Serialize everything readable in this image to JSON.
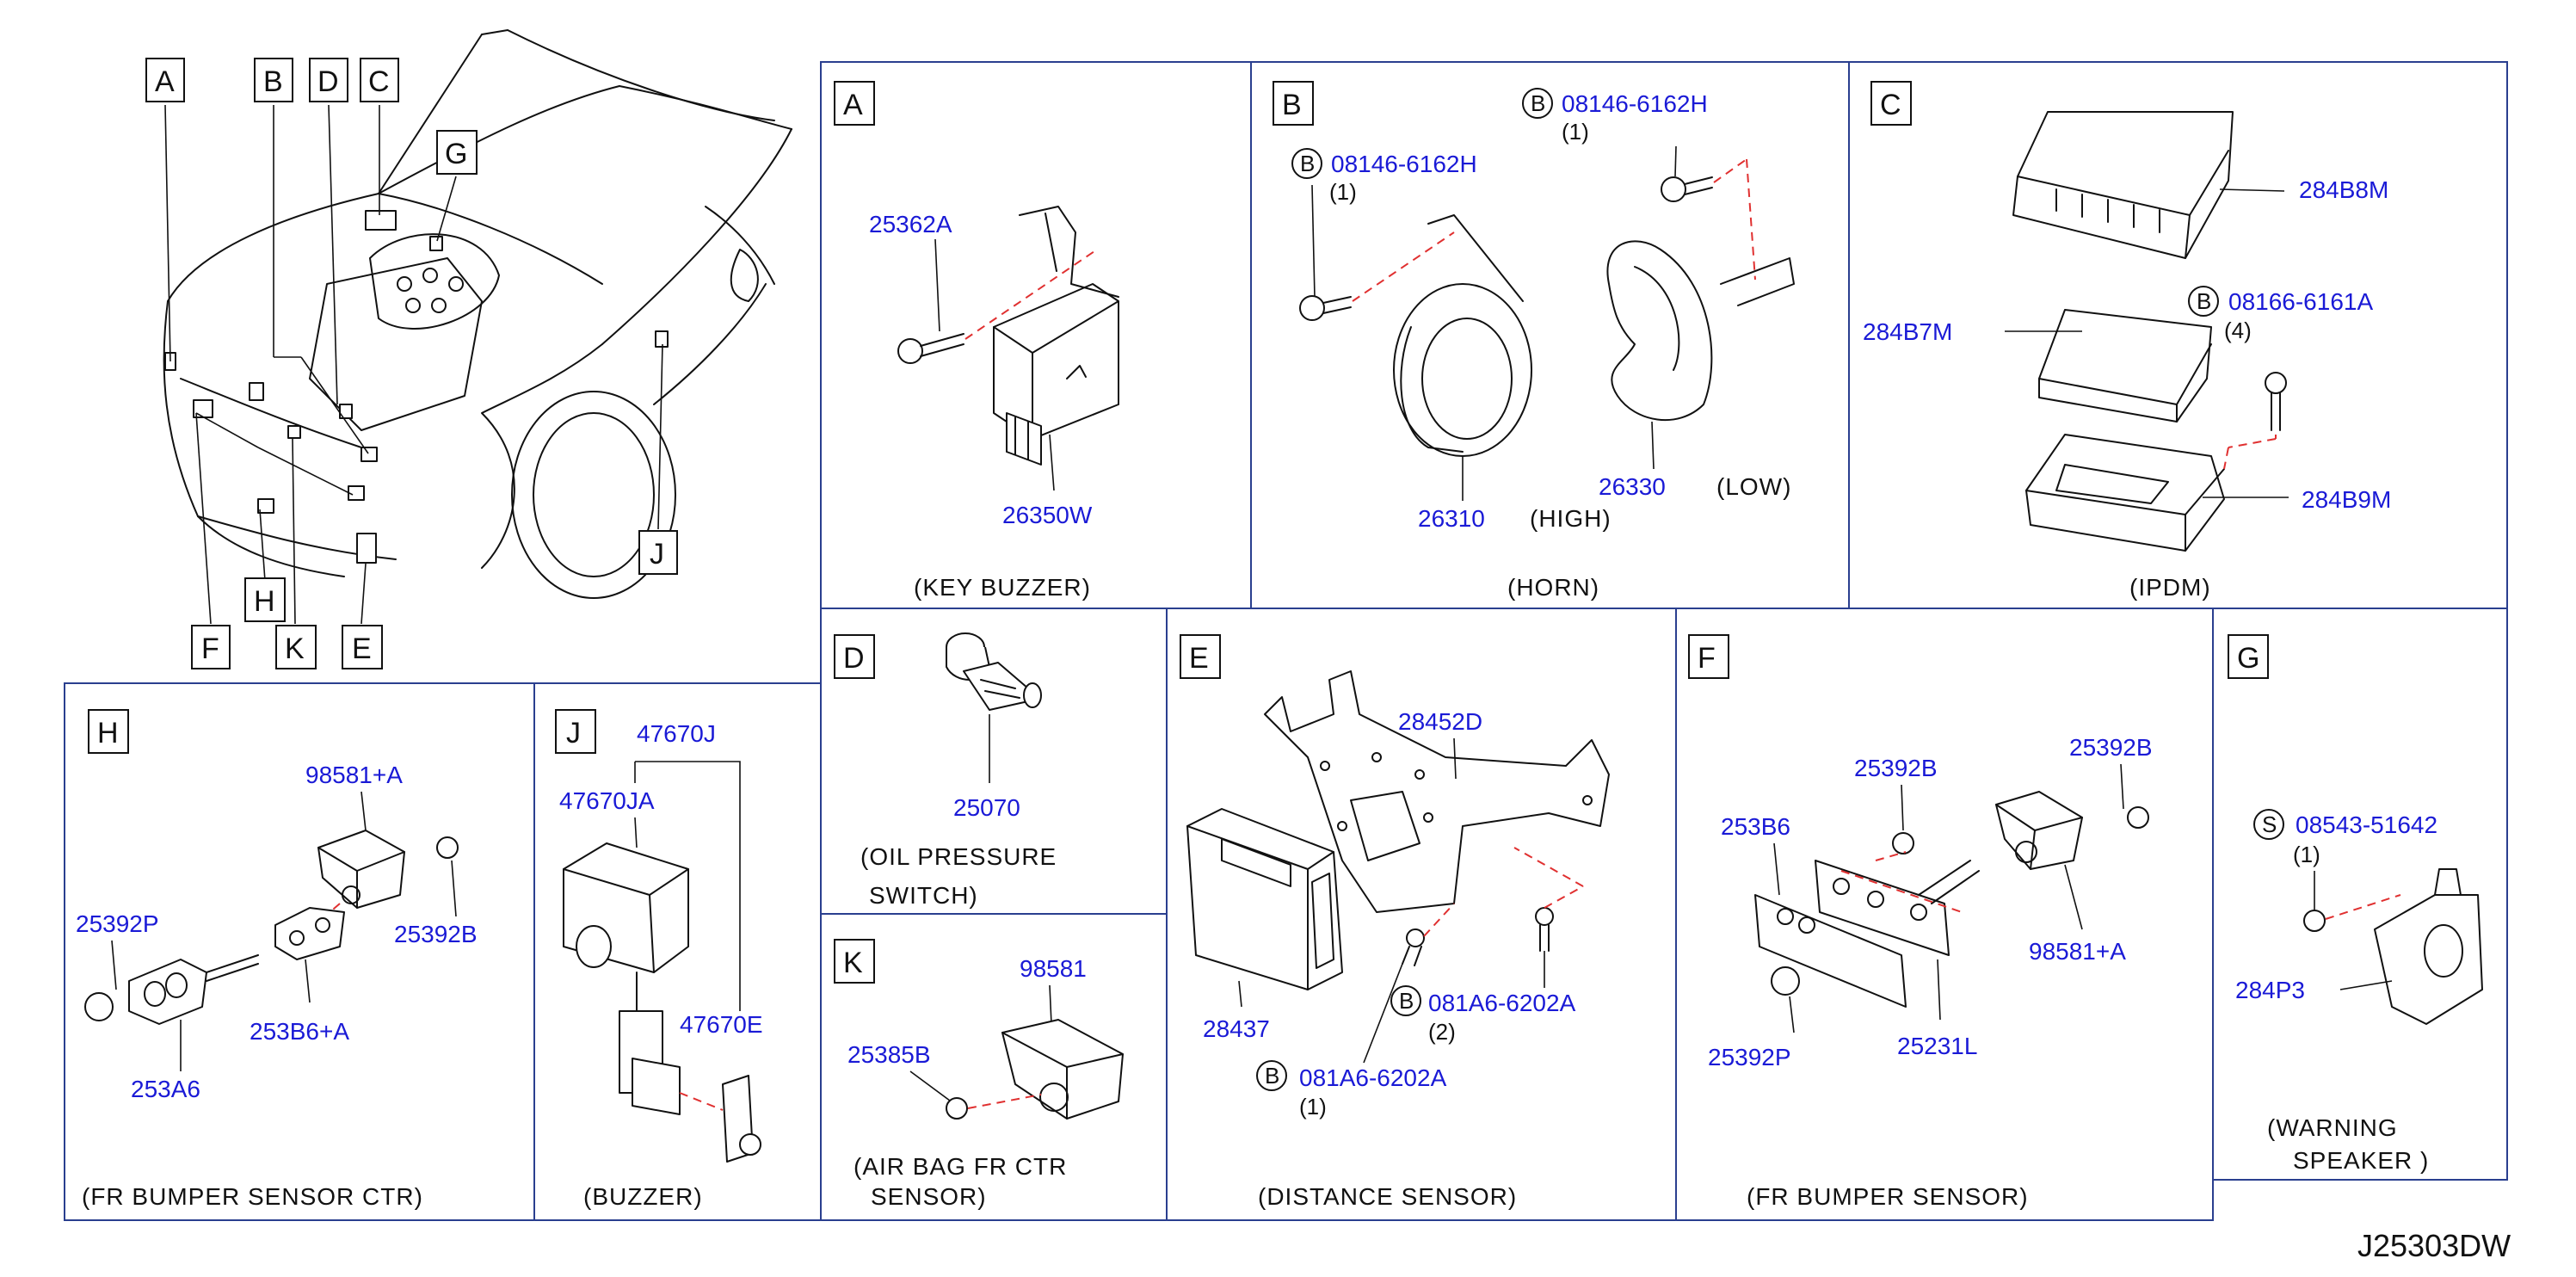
{
  "overview": {
    "callouts": [
      "A",
      "B",
      "D",
      "C",
      "G",
      "F",
      "H",
      "K",
      "E",
      "J"
    ]
  },
  "panels": {
    "A": {
      "letter": "A",
      "caption": "(KEY   BUZZER)",
      "parts": [
        "25362A",
        "26350W"
      ]
    },
    "B": {
      "letter": "B",
      "caption": "(HORN)",
      "bolt_left": "08146-6162H",
      "bolt_left_qty": "(1)",
      "bolt_right": "08146-6162H",
      "bolt_right_qty": "(1)",
      "bolt_symbol": "B",
      "parts": [
        "26310",
        "26330"
      ],
      "high": "(HIGH)",
      "low": "(LOW)"
    },
    "C": {
      "letter": "C",
      "caption": "(IPDM)",
      "parts": [
        "284B8M",
        "284B7M",
        "284B9M"
      ],
      "bolt": "08166-6161A",
      "bolt_qty": "(4)",
      "bolt_symbol": "B"
    },
    "D": {
      "letter": "D",
      "caption_1": "(OIL   PRESSURE",
      "caption_2": "SWITCH)",
      "parts": [
        "25070"
      ]
    },
    "E": {
      "letter": "E",
      "caption": "(DISTANCE   SENSOR)",
      "parts": [
        "28452D",
        "28437"
      ],
      "bolt_1": "081A6-6202A",
      "bolt_1_qty": "(2)",
      "bolt_2": "081A6-6202A",
      "bolt_2_qty": "(1)",
      "bolt_symbol": "B"
    },
    "F": {
      "letter": "F",
      "caption": "(FR   BUMPER   SENSOR)",
      "parts": [
        "25392B",
        "25392B",
        "253B6",
        "98581+A",
        "25392P",
        "25231L"
      ]
    },
    "G": {
      "letter": "G",
      "caption_1": "(WARNING",
      "caption_2": "SPEAKER )",
      "bolt": "08543-51642",
      "bolt_qty": "(1)",
      "bolt_symbol": "S",
      "parts": [
        "284P3"
      ]
    },
    "H": {
      "letter": "H",
      "caption": "(FR   BUMPER   SENSOR   CTR)",
      "parts": [
        "98581+A",
        "25392P",
        "25392B",
        "253B6+A",
        "253A6"
      ]
    },
    "J": {
      "letter": "J",
      "caption": "(BUZZER)",
      "parts": [
        "47670J",
        "47670JA",
        "47670E"
      ]
    },
    "K": {
      "letter": "K",
      "caption_1": "(AIR   BAG   FR   CTR",
      "caption_2": "SENSOR)",
      "parts": [
        "98581",
        "25385B"
      ]
    }
  },
  "diagram_code": "J25303DW",
  "colors": {
    "part_number": "#1a1ad6",
    "frame": "#2a3f8f",
    "leader_dash": "#e03030"
  }
}
